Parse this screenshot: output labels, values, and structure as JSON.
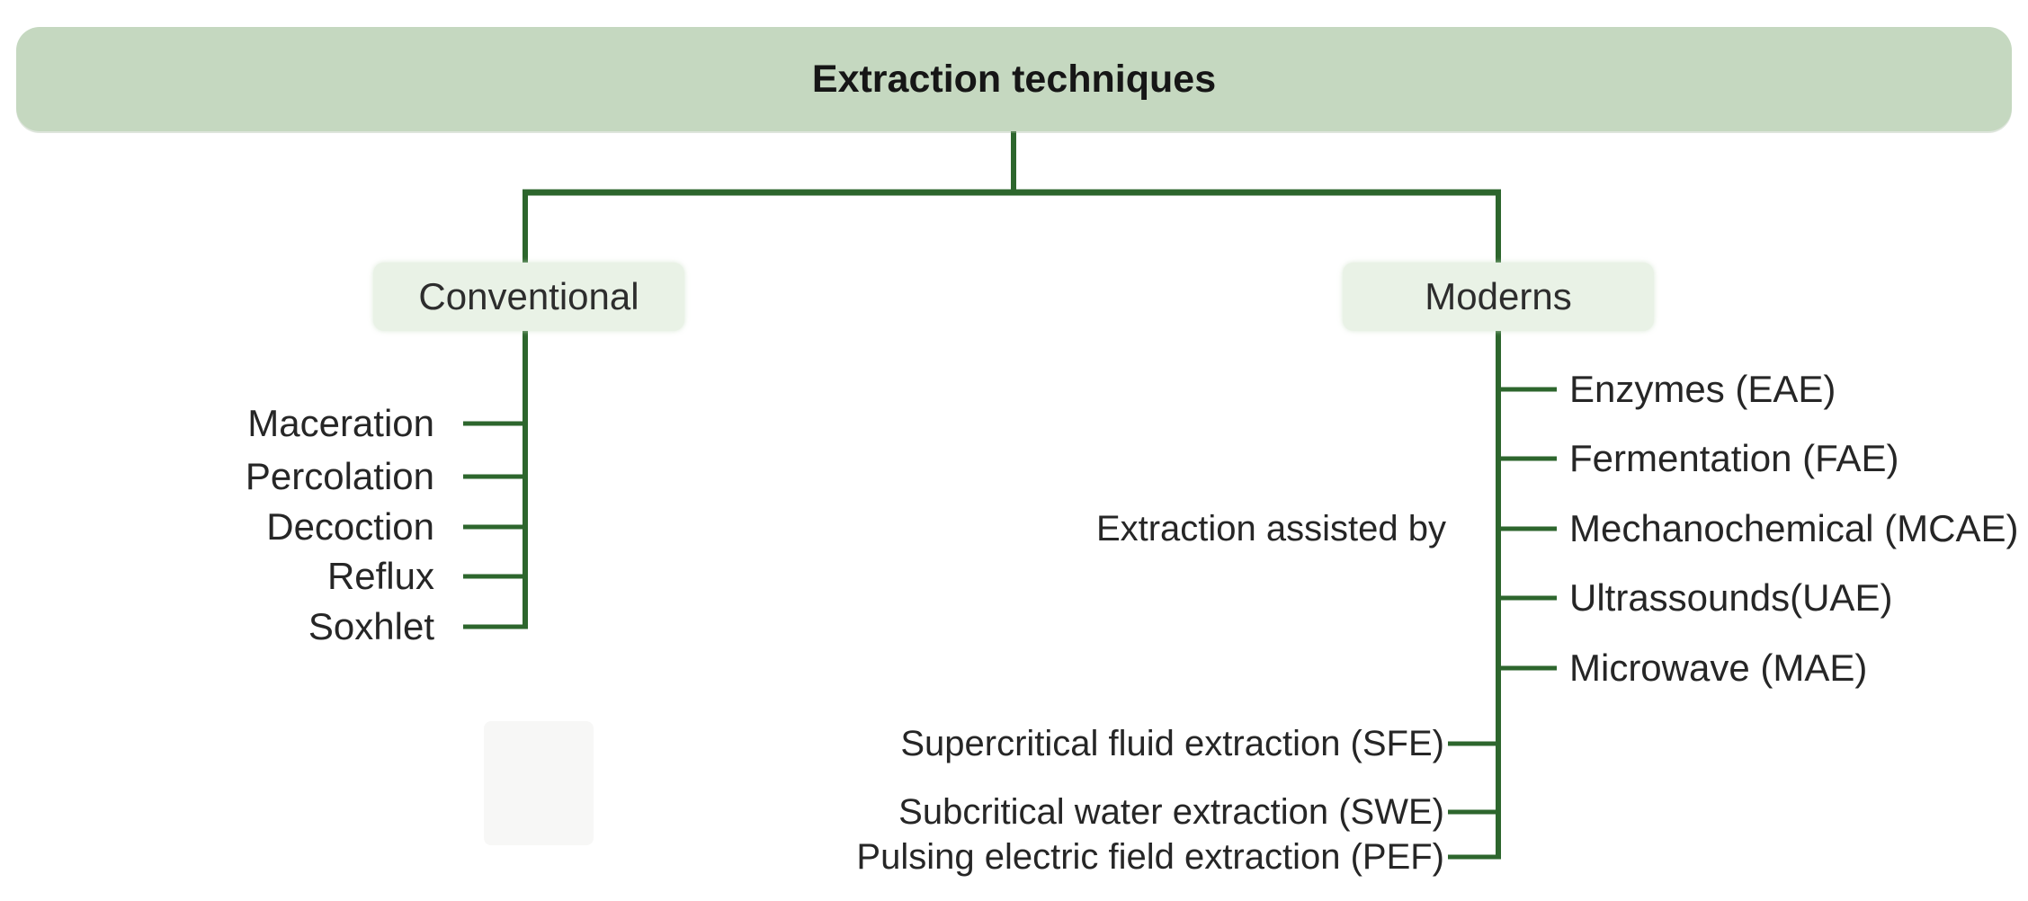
{
  "title": "Extraction techniques",
  "colors": {
    "banner_bg": "#c5d8c0",
    "box_bg": "#e9f2e6",
    "line_green": "#2d662d",
    "text": "#262626"
  },
  "branches": {
    "conventional": {
      "label": "Conventional",
      "items": [
        "Maceration",
        "Percolation",
        "Decoction",
        "Reflux",
        "Soxhlet"
      ]
    },
    "moderns": {
      "label": "Moderns",
      "assisted_caption": "Extraction assisted by",
      "assisted_items": [
        "Enzymes (EAE)",
        "Fermentation (FAE)",
        "Mechanochemical (MCAE)",
        "Ultrassounds(UAE)",
        "Microwave (MAE)"
      ],
      "other_items": [
        "Supercritical fluid extraction (SFE)",
        "Subcritical water extraction (SWE)",
        "Pulsing electric field extraction (PEF)"
      ]
    }
  }
}
